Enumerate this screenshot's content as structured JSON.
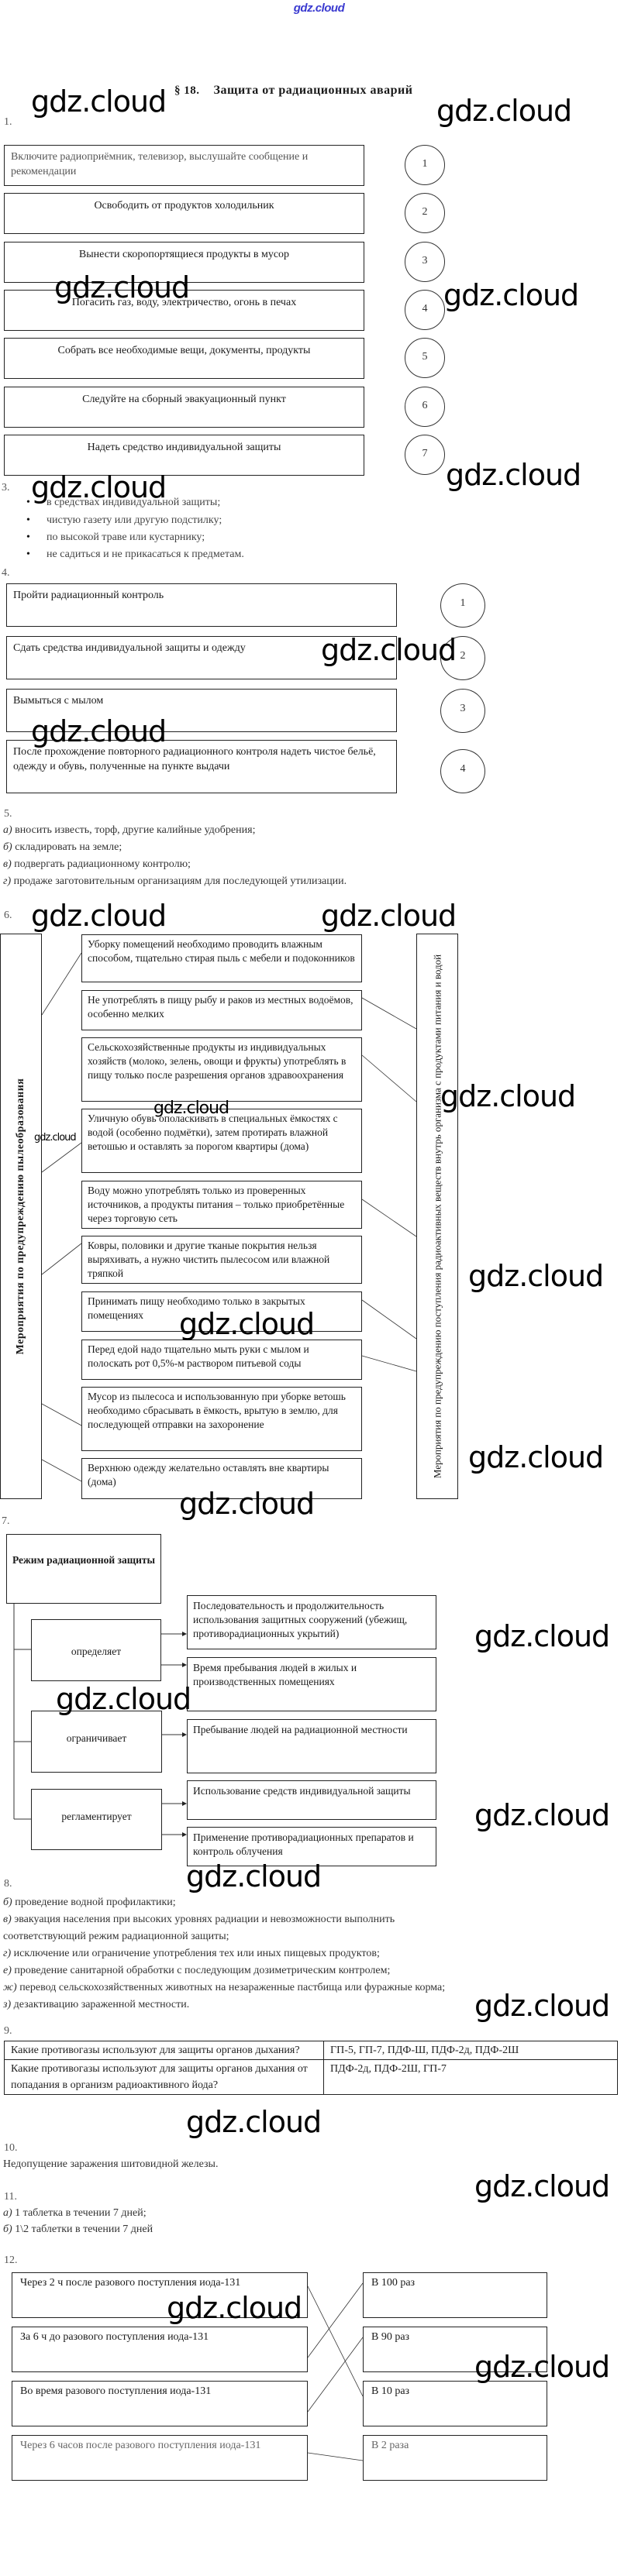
{
  "site_logo": "gdz.cloud",
  "watermark": "gdz.cloud",
  "title": {
    "section": "§ 18.",
    "text": "Защита от радиационных аварий"
  },
  "task1": {
    "number": "1.",
    "steps": [
      "Включите радиоприёмник, телевизор, выслушайте сообщение и рекомендации",
      "Освободить от продуктов холодильник",
      "Вынести скоропортящиеся продукты в мусор",
      "Погасить газ, воду, электричество, огонь в печах",
      "Собрать все необходимые вещи, документы, продукты",
      "Следуйте на сборный эвакуационный пункт",
      "Надеть средство индивидуальной защиты"
    ],
    "order": [
      "1",
      "2",
      "3",
      "4",
      "5",
      "6",
      "7"
    ]
  },
  "task3": {
    "number": "3.",
    "bullets": [
      "в средствах индивидуальной защиты;",
      "чистую газету или другую подстилку;",
      "по высокой траве или кустарнику;",
      "не садиться и не прикасаться к предметам."
    ]
  },
  "task4": {
    "number": "4.",
    "steps": [
      "Пройти радиационный контроль",
      "Сдать средства индивидуальной защиты и одежду",
      "Вымыться с мылом",
      "После прохождение повторного радиационного контроля надеть чистое бельё, одежду и обувь, полученные на пункте выдачи"
    ],
    "order": [
      "1",
      "2",
      "3",
      "4"
    ]
  },
  "task5": {
    "number": "5.",
    "items": [
      {
        "letter": "а)",
        "text": "вносить известь, торф, другие калийные удобрения;"
      },
      {
        "letter": "б)",
        "text": "складировать на земле;"
      },
      {
        "letter": "в)",
        "text": "подвергать радиационному контролю;"
      },
      {
        "letter": "г)",
        "text": "продаже заготовительным организациям для последующей утилизации."
      }
    ]
  },
  "task6": {
    "number": "6.",
    "left_label": "Мероприятия по предупреждению пылеобразования",
    "right_label": "Мероприятия по предупреждению поступления радиоактивных веществ внутрь организма с продуктами питания и водой",
    "measures": [
      {
        "text": "Уборку помещений необходимо проводить влажным способом, тщательно стирая пыль с мебели и подоконников",
        "group": "left"
      },
      {
        "text": "Не употреблять в пищу рыбу и раков из местных водоёмов, особенно мелких",
        "group": "right"
      },
      {
        "text": "Сельскохозяйственные продукты из индивидуальных хозяйств (молоко, зелень, овощи и фрукты) употреблять в пищу только после разрешения органов здравоохранения",
        "group": "right"
      },
      {
        "text": "Уличную обувь ополаскивать в специальных ёмкостях с водой (особенно подмётки), затем протирать влажной ветошью и оставлять за порогом квартиры (дома)",
        "group": "left"
      },
      {
        "text": "Воду можно употреблять только из проверенных источников, а продукты питания – только приобретённые через торговую сеть",
        "group": "right"
      },
      {
        "text": "Ковры, половики и другие тканые покрытия нельзя выряхивать, а нужно чистить пылесосом или влажной тряпкой",
        "group": "left"
      },
      {
        "text": "Принимать пищу необходимо только в закрытых помещениях",
        "group": "right"
      },
      {
        "text": "Перед едой надо тщательно мыть руки с мылом и полоскать рот 0,5%-м раствором питьевой соды",
        "group": "right"
      },
      {
        "text": "Мусор из пылесоса и использованную при уборке ветошь необходимо сбрасывать в ёмкость, врытую в землю, для последующей отправки на захоронение",
        "group": "left"
      },
      {
        "text": "Верхнюю одежду желательно оставлять вне квартиры (дома)",
        "group": "left"
      }
    ]
  },
  "task7": {
    "number": "7.",
    "root": "Режим радиационной защиты",
    "verbs": [
      {
        "label": "определяет",
        "targets": [
          "Последовательность и продолжительность использования защитных сооружений (убежищ, противорадиационных укрытий)",
          "Время пребывания людей в жилых и производственных помещениях"
        ]
      },
      {
        "label": "ограничивает",
        "targets": [
          "Пребывание людей на радиационной местности"
        ]
      },
      {
        "label": "регламентирует",
        "targets": [
          "Использование средств индивидуальной защиты",
          "Применение противорадиационных препаратов и контроль облучения"
        ]
      }
    ]
  },
  "task8": {
    "number": "8.",
    "items": [
      {
        "letter": "б)",
        "text": "проведение водной профилактики;"
      },
      {
        "letter": "в)",
        "text": "эвакуация населения при высоких уровнях радиации и невозможности выполнить"
      },
      {
        "letter": "",
        "text": "соответствующий режим радиационной защиты;"
      },
      {
        "letter": "г)",
        "text": "исключение или ограничение употребления тех или иных пищевых продуктов;"
      },
      {
        "letter": "е)",
        "text": "проведение санитарной обработки с последующим дозиметрическим контролем;"
      },
      {
        "letter": "ж)",
        "text": "перевод сельскохозяйственных животных на незараженные пастбища или фуражные корма;"
      },
      {
        "letter": "з)",
        "text": "дезактивацию зараженной местности."
      }
    ]
  },
  "task9": {
    "number": "9.",
    "rows": [
      {
        "question": "Какие противогазы используют для защиты органов дыхания?",
        "answer": "ГП-5, ГП-7, ПДФ-Ш, ПДФ-2д, ПДФ-2Ш"
      },
      {
        "question": "Какие противогазы используют для защиты органов дыхания от попадания в организм радиоактивного йода?",
        "answer": "ПДФ-2д, ПДФ-2Ш, ГП-7"
      }
    ]
  },
  "task10": {
    "number": "10.",
    "text": "Недопущение заражения шитовидной железы."
  },
  "task11": {
    "number": "11.",
    "items": [
      {
        "letter": "а)",
        "text": "1 таблетка в течении 7 дней;"
      },
      {
        "letter": "б)",
        "text": "1\\2 таблетки в течении 7 дней"
      }
    ]
  },
  "task12": {
    "number": "12.",
    "left": [
      "Через 2 ч после разового поступления иода-131",
      "За 6 ч до разового поступления иода-131",
      "Во время разового поступления иода-131",
      "Через 6 часов после разового поступления иода-131"
    ],
    "right": [
      "В 100 раз",
      "В 90 раз",
      "В 10 раз",
      "В 2 раза"
    ],
    "matches": [
      [
        0,
        2
      ],
      [
        1,
        0
      ],
      [
        2,
        1
      ],
      [
        3,
        3
      ]
    ]
  }
}
